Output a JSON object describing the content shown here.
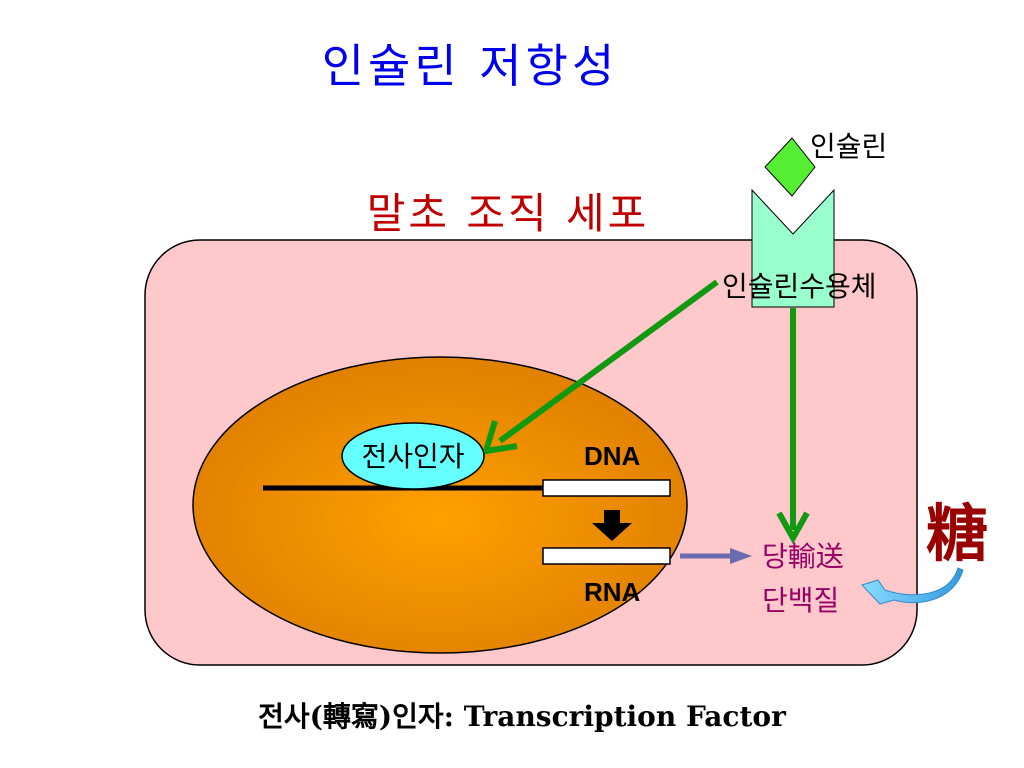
{
  "title": "인슐린 저항성",
  "cell_label": "말초 조직 세포",
  "insulin_label": "인슐린",
  "receptor_label": "인슐린수용체",
  "transcription_factor_label": "전사인자",
  "dna_label": "DNA",
  "rna_label": "RNA",
  "transport_protein_line1": "당輸送",
  "transport_protein_line2": "단백질",
  "sugar_char": "糖",
  "caption": "전사(轉寫)인자: Transcription Factor",
  "colors": {
    "title": "#0000ee",
    "cell_label": "#c00000",
    "cell_fill": "#ffc9cc",
    "nucleus_fill": "#f08a00",
    "insulin_diamond": "#55ee33",
    "receptor_fill": "#99ffcc",
    "transcription_factor_fill": "#66ffff",
    "signal_arrow": "#119911",
    "rna_arrow": "#6b6bb0",
    "transport_text": "#990066",
    "sugar_char": "#990000",
    "sugar_arrow": "#55aadd"
  }
}
